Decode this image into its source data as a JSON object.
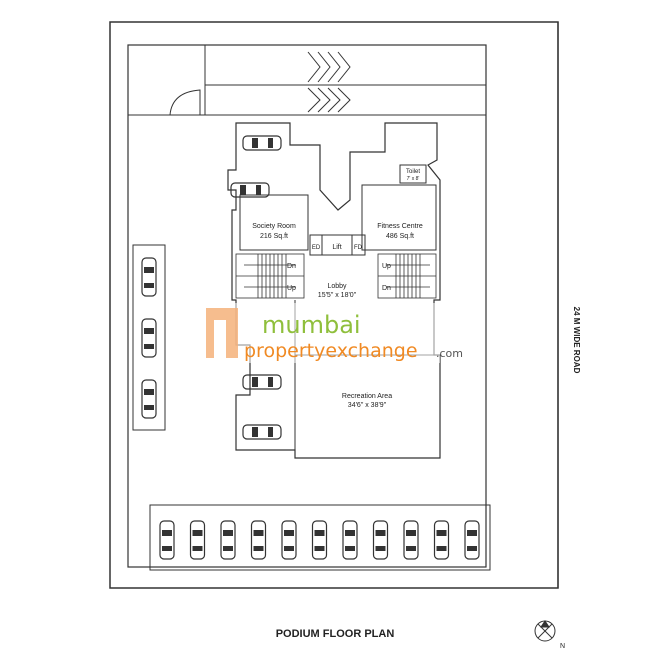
{
  "title": "PODIUM FLOOR PLAN",
  "road_label": "24 M WIDE ROAD",
  "north_label": "N",
  "watermark": {
    "part1": "mumbai",
    "part2": "propertyexchange",
    "part3": ".com",
    "colors": {
      "green": "#8fbf3c",
      "orange": "#f08a24",
      "grey": "#555555"
    }
  },
  "rooms": {
    "society_room": {
      "name": "Society Room",
      "area": "216 Sq.ft"
    },
    "fitness_centre": {
      "name": "Fitness Centre",
      "area": "486 Sq.ft"
    },
    "toilet": {
      "name": "Toilet",
      "size": "7' x 8'"
    },
    "lobby": {
      "name": "Lobby",
      "size": "15'5\" x 18'0\""
    },
    "recreation_area": {
      "name": "Recreation Area",
      "size": "34'6\" x 38'9\""
    }
  },
  "labels": {
    "ed": "ED",
    "lift": "Lift",
    "fd": "FD",
    "dn": "Dn",
    "up": "Up"
  },
  "parking": {
    "bottom_row_count": 11,
    "left_column_count": 3,
    "top_cluster_count": 2,
    "middle_cluster_count": 2
  }
}
